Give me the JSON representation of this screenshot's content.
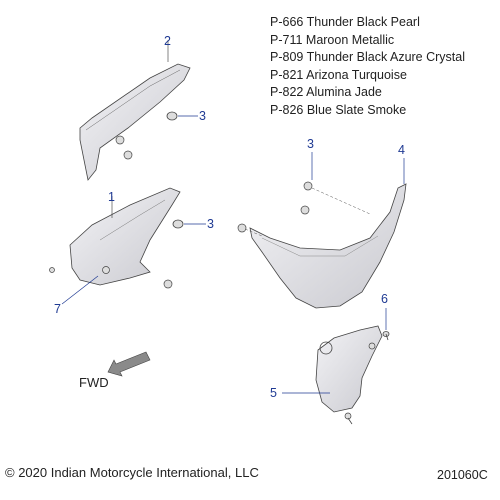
{
  "legend": {
    "items": [
      "P-666 Thunder Black Pearl",
      "P-711 Maroon Metallic",
      "P-809 Thunder Black Azure Crystal",
      "P-821 Arizona Turquoise",
      "P-822 Alumina Jade",
      "P-826 Blue Slate Smoke"
    ]
  },
  "callouts": {
    "c1": "1",
    "c2": "2",
    "c3a": "3",
    "c3b": "3",
    "c3c": "3",
    "c4": "4",
    "c5": "5",
    "c6": "6",
    "c7": "7"
  },
  "direction": {
    "fwd": "FWD"
  },
  "footer": {
    "copyright": "© 2020 Indian Motorcycle International, LLC",
    "figure_code": "201060C"
  },
  "colors": {
    "callout": "#1f3a93",
    "part_fill": "#e6e6ea",
    "line": "#444444"
  }
}
